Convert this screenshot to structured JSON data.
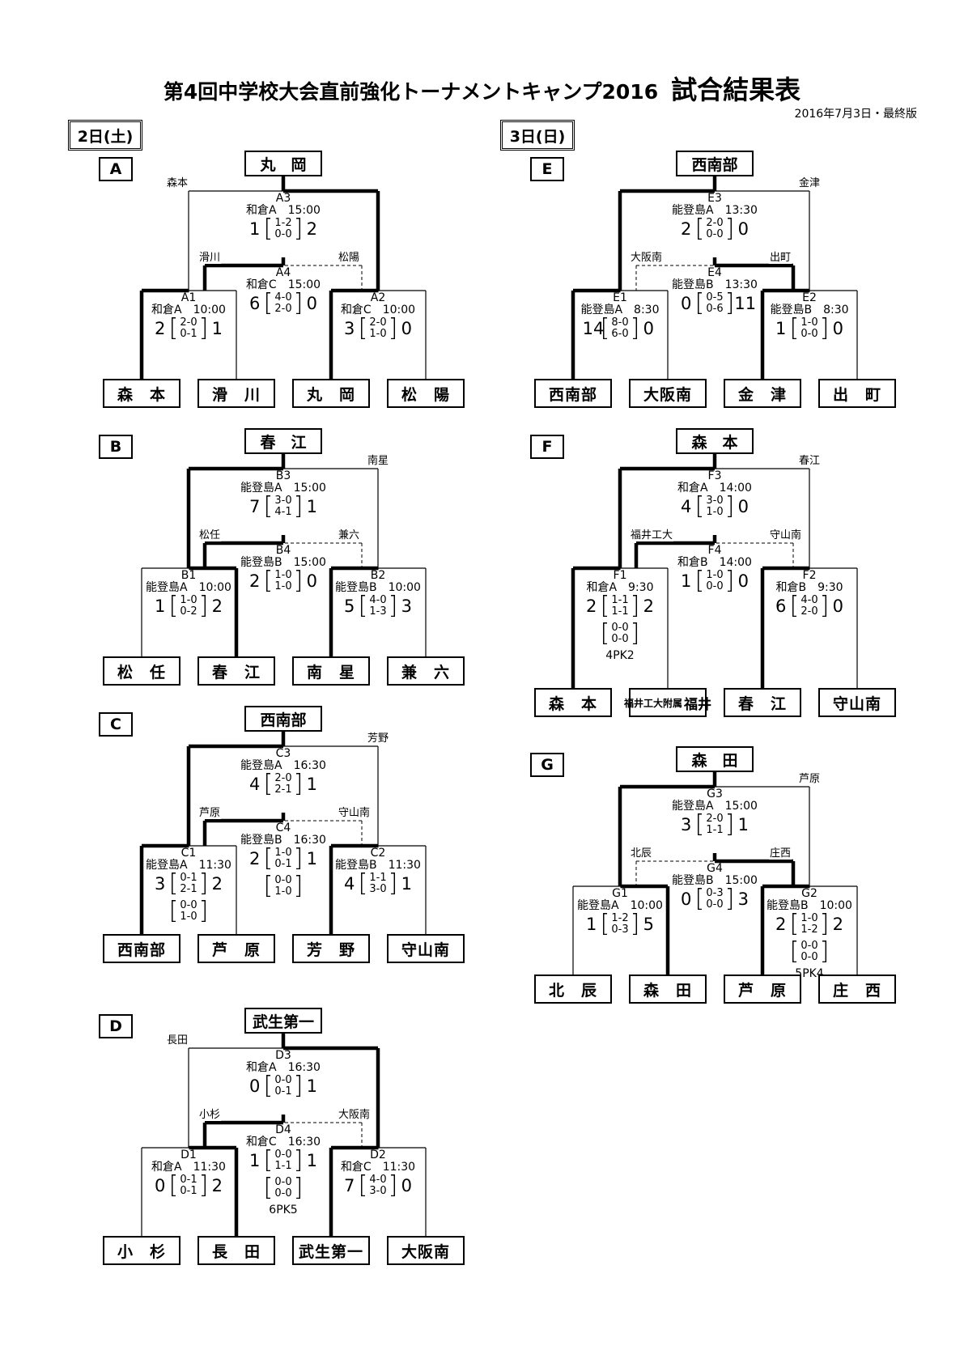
{
  "title": {
    "main": "第4回中学校大会直前強化トーナメントキャンプ2016",
    "sub": "試合結果表"
  },
  "edition": "2016年7月3日・最終版",
  "days": [
    "2日(土)",
    "3日(日)"
  ],
  "brackets": [
    {
      "label": "A",
      "winner": "丸　岡",
      "teams": [
        "森　本",
        "滑　川",
        "丸　岡",
        "松　陽"
      ],
      "final": {
        "id": "A3",
        "venue": "和倉A　15:00",
        "left": "1",
        "right": "2",
        "h1": "1-2",
        "h2": "0-0",
        "top_left": "森本",
        "top_right": ""
      },
      "third": {
        "id": "A4",
        "venue": "和倉C　15:00",
        "left": "6",
        "right": "0",
        "h1": "4-0",
        "h2": "2-0",
        "name_left": "滑川",
        "name_right": "松陽"
      },
      "semi1": {
        "id": "A1",
        "venue": "和倉A　10:00",
        "left": "2",
        "right": "1",
        "h1": "2-0",
        "h2": "0-1"
      },
      "semi2": {
        "id": "A2",
        "venue": "和倉C　10:00",
        "left": "3",
        "right": "0",
        "h1": "2-0",
        "h2": "1-0"
      }
    },
    {
      "label": "B",
      "winner": "春　江",
      "teams": [
        "松　任",
        "春　江",
        "南　星",
        "兼　六"
      ],
      "final": {
        "id": "B3",
        "venue": "能登島A　15:00",
        "left": "7",
        "right": "1",
        "h1": "3-0",
        "h2": "4-1",
        "top_left": "",
        "top_right": "南星"
      },
      "third": {
        "id": "B4",
        "venue": "能登島B　15:00",
        "left": "2",
        "right": "0",
        "h1": "1-0",
        "h2": "1-0",
        "name_left": "松任",
        "name_right": "兼六"
      },
      "semi1": {
        "id": "B1",
        "venue": "能登島A　10:00",
        "left": "1",
        "right": "2",
        "h1": "1-0",
        "h2": "0-2"
      },
      "semi2": {
        "id": "B2",
        "venue": "能登島B　10:00",
        "left": "5",
        "right": "3",
        "h1": "4-0",
        "h2": "1-3"
      }
    },
    {
      "label": "C",
      "winner": "西南部",
      "teams": [
        "西南部",
        "芦　原",
        "芳　野",
        "守山南"
      ],
      "final": {
        "id": "C3",
        "venue": "能登島A　16:30",
        "left": "4",
        "right": "1",
        "h1": "2-0",
        "h2": "2-1",
        "top_left": "",
        "top_right": "芳野"
      },
      "third": {
        "id": "C4",
        "venue": "能登島B　16:30",
        "left": "2",
        "right": "1",
        "h1": "1-0",
        "h2": "0-1",
        "h3": "0-0",
        "h4": "1-0",
        "name_left": "芦原",
        "name_right": "守山南"
      },
      "semi1": {
        "id": "C1",
        "venue": "能登島A　11:30",
        "left": "3",
        "right": "2",
        "h1": "0-1",
        "h2": "2-1",
        "h3": "0-0",
        "h4": "1-0"
      },
      "semi2": {
        "id": "C2",
        "venue": "能登島B　11:30",
        "left": "4",
        "right": "1",
        "h1": "1-1",
        "h2": "3-0"
      }
    },
    {
      "label": "D",
      "winner": "武生第一",
      "teams": [
        "小　杉",
        "長　田",
        "武生第一",
        "大阪南"
      ],
      "final": {
        "id": "D3",
        "venue": "和倉A　16:30",
        "left": "0",
        "right": "1",
        "h1": "0-0",
        "h2": "0-1",
        "top_left": "長田",
        "top_right": ""
      },
      "third": {
        "id": "D4",
        "venue": "和倉C　16:30",
        "left": "1",
        "right": "1",
        "h1": "0-0",
        "h2": "1-1",
        "h3": "0-0",
        "h4": "0-0",
        "pk": "6PK5",
        "name_left": "小杉",
        "name_right": "大阪南"
      },
      "semi1": {
        "id": "D1",
        "venue": "和倉A　11:30",
        "left": "0",
        "right": "2",
        "h1": "0-1",
        "h2": "0-1"
      },
      "semi2": {
        "id": "D2",
        "venue": "和倉C　11:30",
        "left": "7",
        "right": "0",
        "h1": "4-0",
        "h2": "3-0"
      }
    },
    {
      "label": "E",
      "winner": "西南部",
      "teams": [
        "西南部",
        "大阪南",
        "金　津",
        "出　町"
      ],
      "final": {
        "id": "E3",
        "venue": "能登島A　13:30",
        "left": "2",
        "right": "0",
        "h1": "2-0",
        "h2": "0-0",
        "top_left": "",
        "top_right": "金津"
      },
      "third": {
        "id": "E4",
        "venue": "能登島B　13:30",
        "left": "0",
        "right": "11",
        "h1": "0-5",
        "h2": "0-6",
        "name_left": "大阪南",
        "name_right": "出町"
      },
      "semi1": {
        "id": "E1",
        "venue": "能登島A　8:30",
        "left": "14",
        "right": "0",
        "h1": "8-0",
        "h2": "6-0"
      },
      "semi2": {
        "id": "E2",
        "venue": "能登島B　8:30",
        "left": "1",
        "right": "0",
        "h1": "1-0",
        "h2": "0-0"
      }
    },
    {
      "label": "F",
      "winner": "森　本",
      "teams": [
        "森　本",
        "福井工大附属福井",
        "春　江",
        "守山南"
      ],
      "team2_parts": [
        "福井工大附属",
        "福井"
      ],
      "final": {
        "id": "F3",
        "venue": "和倉A　14:00",
        "left": "4",
        "right": "0",
        "h1": "3-0",
        "h2": "1-0",
        "top_left": "",
        "top_right": "春江"
      },
      "third": {
        "id": "F4",
        "venue": "和倉B　14:00",
        "left": "1",
        "right": "0",
        "h1": "1-0",
        "h2": "0-0",
        "name_left": "福井工大",
        "name_right": "守山南"
      },
      "semi1": {
        "id": "F1",
        "venue": "和倉A　9:30",
        "left": "2",
        "right": "2",
        "h1": "1-1",
        "h2": "1-1",
        "h3": "0-0",
        "h4": "0-0",
        "pk": "4PK2"
      },
      "semi2": {
        "id": "F2",
        "venue": "和倉B　9:30",
        "left": "6",
        "right": "0",
        "h1": "4-0",
        "h2": "2-0"
      }
    },
    {
      "label": "G",
      "winner": "森　田",
      "teams": [
        "北　辰",
        "森　田",
        "芦　原",
        "庄　西"
      ],
      "final": {
        "id": "G3",
        "venue": "能登島A　15:00",
        "left": "3",
        "right": "1",
        "h1": "2-0",
        "h2": "1-1",
        "top_left": "",
        "top_right": "芦原"
      },
      "third": {
        "id": "G4",
        "venue": "能登島B　15:00",
        "left": "0",
        "right": "3",
        "h1": "0-3",
        "h2": "0-0",
        "name_left": "北辰",
        "name_right": "庄西"
      },
      "semi1": {
        "id": "G1",
        "venue": "能登島A　10:00",
        "left": "1",
        "right": "5",
        "h1": "1-2",
        "h2": "0-3"
      },
      "semi2": {
        "id": "G2",
        "venue": "能登島B　10:00",
        "left": "2",
        "right": "2",
        "h1": "1-0",
        "h2": "1-2",
        "h3": "0-0",
        "h4": "0-0",
        "pk": "5PK4"
      }
    }
  ]
}
